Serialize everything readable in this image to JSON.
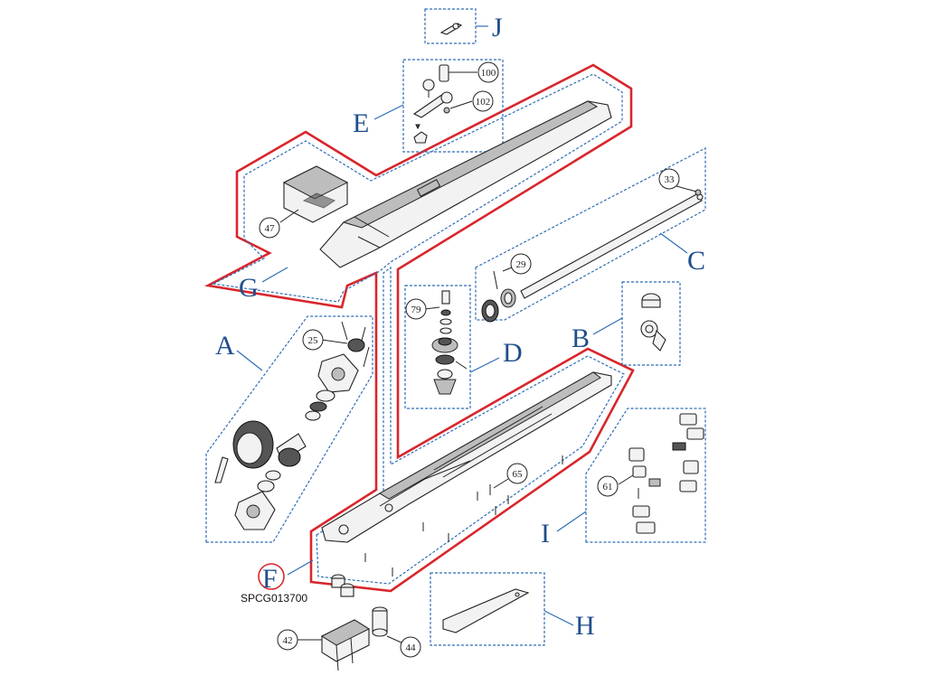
{
  "groups": {
    "J": "J",
    "E": "E",
    "C": "C",
    "G": "G",
    "B": "B",
    "A": "A",
    "D": "D",
    "I": "I",
    "F": "F",
    "H": "H"
  },
  "callouts": {
    "n100": "100",
    "n102": "102",
    "n33": "33",
    "n47": "47",
    "n29": "29",
    "n79": "79",
    "n25": "25",
    "n65": "65",
    "n61": "61",
    "n42": "42",
    "n44": "44"
  },
  "code": "SPCG013700",
  "colors": {
    "group_label": "#1f4e8c",
    "dashed_box": "#2f6db5",
    "highlight": "#d8262c"
  }
}
